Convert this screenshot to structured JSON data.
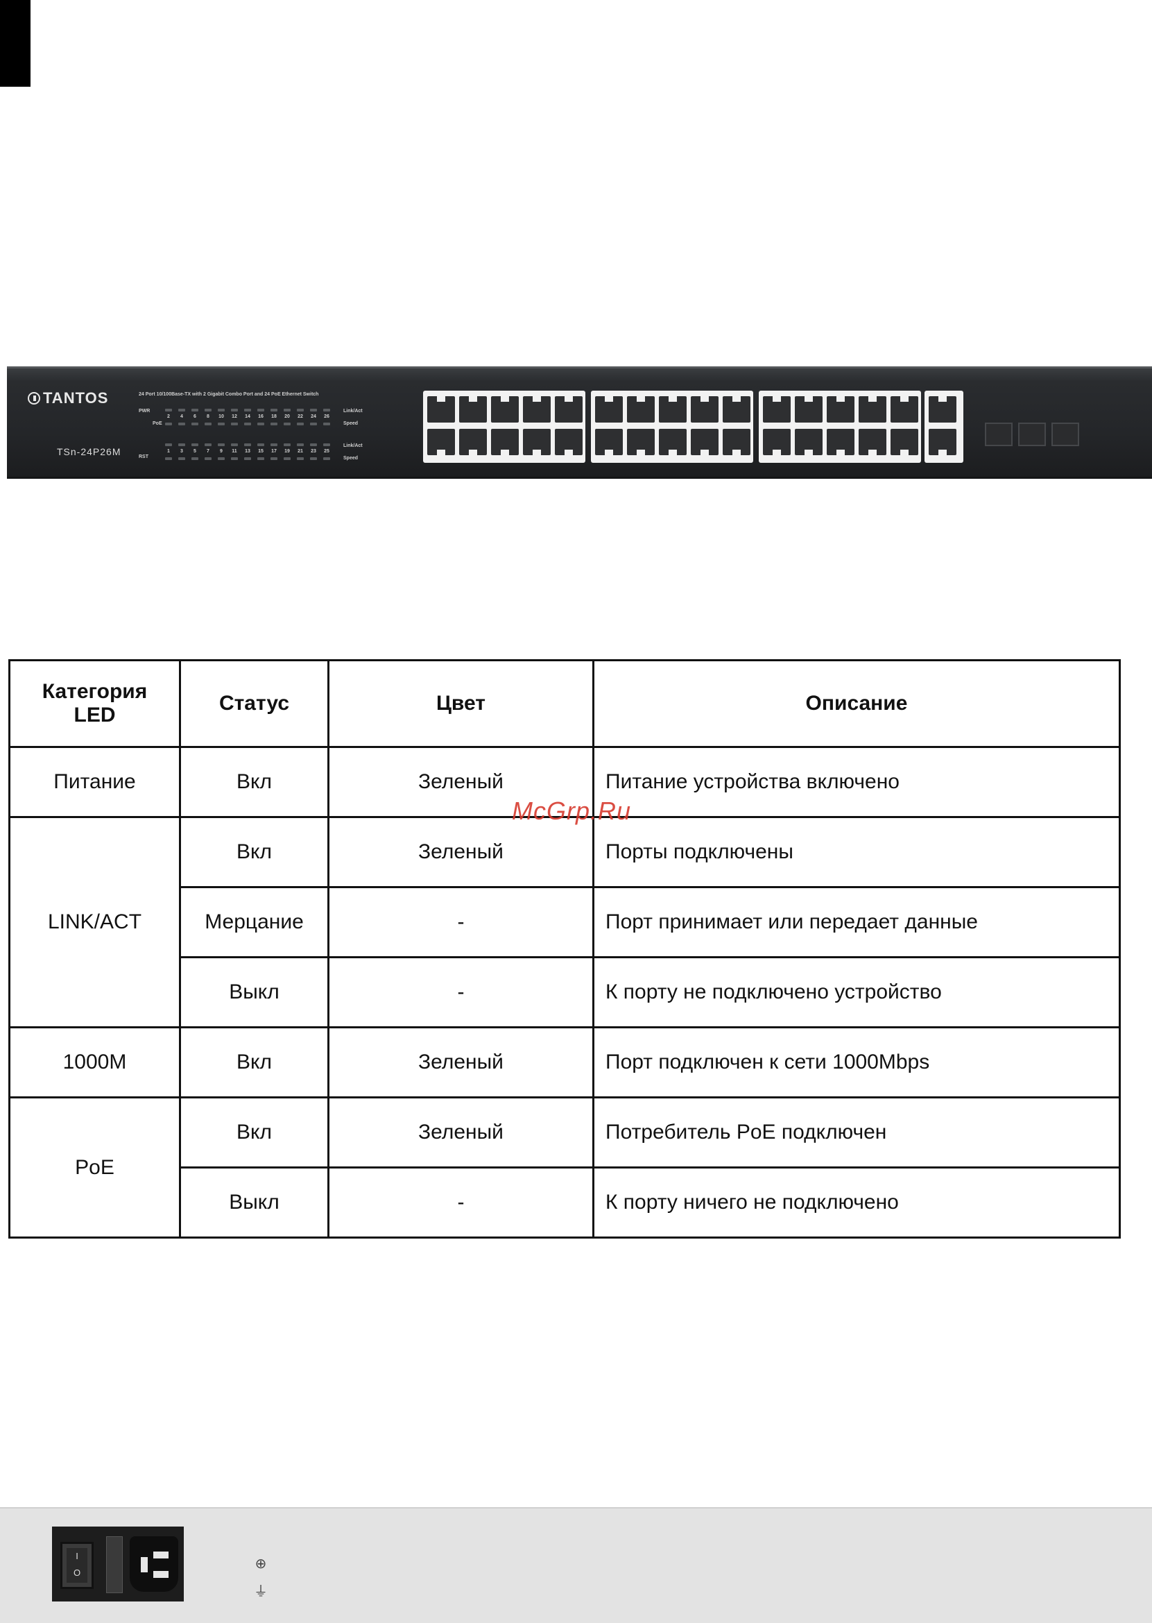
{
  "switch_panel": {
    "brand": "TANTOS",
    "description": "24 Port 10/100Base-TX with 2 Gigabit Combo Port and 24 PoE Ethernet Switch",
    "model": "TSn-24P26M",
    "labels": {
      "pwr": "PWR",
      "poe": "PoE",
      "rst": "RST",
      "link_act_top": "Link/Act",
      "speed_top": "Speed",
      "link_act_bottom": "Link/Act",
      "speed_bottom": "Speed"
    },
    "top_port_numbers": [
      "2",
      "4",
      "6",
      "8",
      "10",
      "12",
      "14",
      "16",
      "18",
      "20",
      "22",
      "24",
      "26"
    ],
    "bottom_port_numbers": [
      "1",
      "3",
      "5",
      "7",
      "9",
      "11",
      "13",
      "15",
      "17",
      "19",
      "21",
      "23",
      "25"
    ]
  },
  "led_table": {
    "headers": {
      "category": "Категория LED",
      "status": "Статус",
      "color": "Цвет",
      "description": "Описание"
    },
    "rows": [
      {
        "category": "Питание",
        "status": "Вкл",
        "color": "Зеленый",
        "description": "Питание устройства включено"
      },
      {
        "category": "LINK/ACT",
        "status": "Вкл",
        "color": "Зеленый",
        "description": "Порты подключены"
      },
      {
        "status": "Мерцание",
        "color": "-",
        "description": "Порт принимает или передает данные"
      },
      {
        "status": "Выкл",
        "color": "-",
        "description": "К порту не подключено устройство"
      },
      {
        "category": "1000M",
        "status": "Вкл",
        "color": "Зеленый",
        "description": "Порт подключен к сети 1000Mbps"
      },
      {
        "category": "PoE",
        "status": "Вкл",
        "color": "Зеленый",
        "description": "Потребитель PoE подключен"
      },
      {
        "status": "Выкл",
        "color": "-",
        "description": "К порту ничего не подключено"
      }
    ]
  },
  "watermark": "McGrp.Ru",
  "power_module": {
    "switch_on": "I",
    "switch_off": "O"
  },
  "colors": {
    "watermark": "#d63a2e",
    "panel": "#26282b",
    "port_frame": "#f2f2f2"
  }
}
